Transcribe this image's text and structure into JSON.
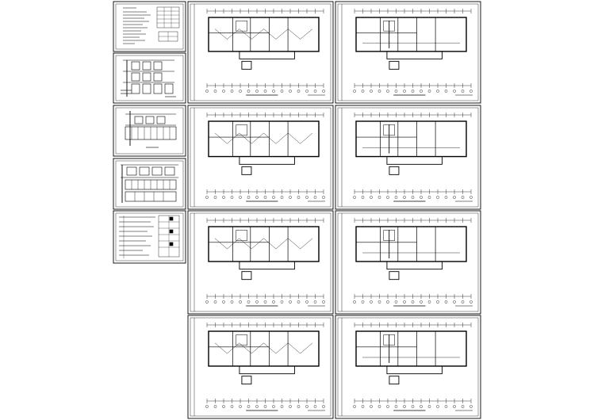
{
  "drawing_set": {
    "background": "#ffffff",
    "line_color": "#000000",
    "sheets": [
      {
        "id": "index-sheet",
        "kind": "table-sheet"
      },
      {
        "id": "system-diagram-1",
        "kind": "system-diagram"
      },
      {
        "id": "system-diagram-2",
        "kind": "system-diagram"
      },
      {
        "id": "system-diagram-3",
        "kind": "system-diagram"
      },
      {
        "id": "legend-sheet",
        "kind": "legend-sheet"
      },
      {
        "id": "floor-plan-1",
        "kind": "floor-plan"
      },
      {
        "id": "floor-plan-2",
        "kind": "floor-plan"
      },
      {
        "id": "floor-plan-3",
        "kind": "floor-plan"
      },
      {
        "id": "floor-plan-4",
        "kind": "floor-plan"
      },
      {
        "id": "floor-plan-5",
        "kind": "floor-plan"
      },
      {
        "id": "floor-plan-6",
        "kind": "floor-plan"
      },
      {
        "id": "floor-plan-7",
        "kind": "floor-plan"
      },
      {
        "id": "floor-plan-8",
        "kind": "floor-plan"
      }
    ]
  }
}
